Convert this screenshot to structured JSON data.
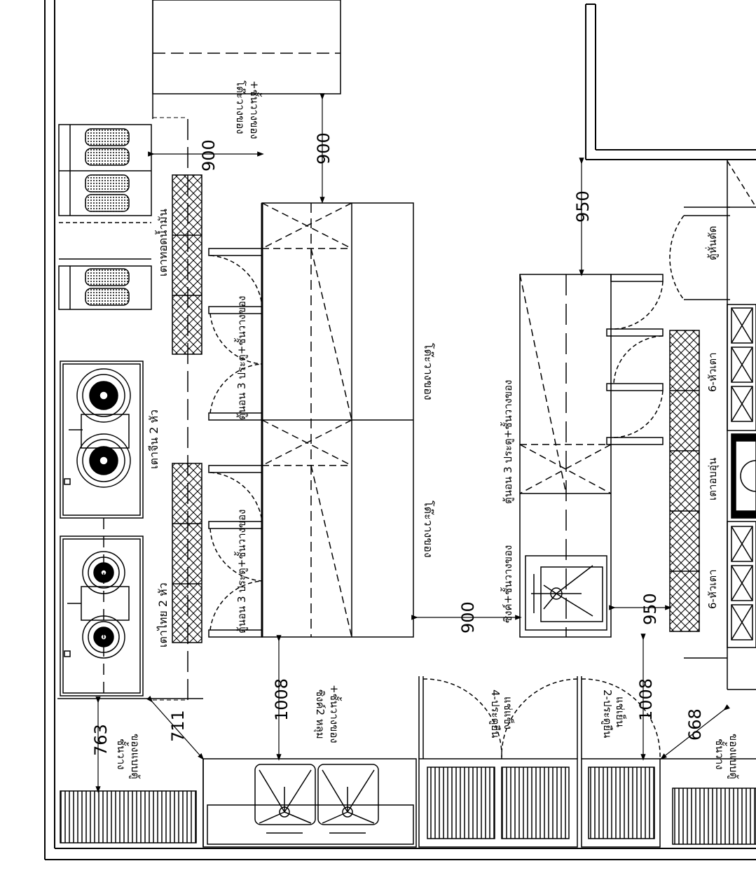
{
  "dimensions": {
    "d900_top": "900",
    "d900_left": "900",
    "d900_mid": "900",
    "d950_top": "950",
    "d950_mid": "950",
    "d1008_left": "1008",
    "d1008_right": "1008",
    "d763": "763",
    "d711": "711",
    "d668": "668"
  },
  "labels": {
    "fryer": "เตาทอดน้ำมัน",
    "wok_stove": "เตาจีน 2 หัว",
    "thai_stove": "เตาไทย 2 หัว",
    "cabinet_top": "ตู้นอน 3 ประตู+ชั้นวางของ",
    "cabinet_bottom": "ตู้นอน 3 ประตู+ชั้นวางของ",
    "table_top": "โต๊ะวางของ",
    "table_bottom": "โต๊ะวางของ",
    "table_shelf_top_1": "โต๊ะวางของ",
    "table_shelf_top_2": "+ชั้นวางของ",
    "island_cabinet": "ตู้นอน 3 ประตู+ชั้นวางของ",
    "island_sink": "ซิงค์+ชั้นวางของ",
    "double_sink_1": "ซิงค์2 หลุม",
    "double_sink_2": "+ชั้นวางของ",
    "fridge4_1": "4-ประตูยืน",
    "fridge4_2": "แช่แข็ง",
    "fridge2_1": "2-ประตูยืน",
    "fridge2_2": "แช่เย็น",
    "shelf_left_1": "ชั้นวาง",
    "shelf_left_2": "ของแบบตู้",
    "shelf_right_1": "ชั้นวาง",
    "shelf_right_2": "ของแบบตู้",
    "stove6_top": "6-หัวเตา",
    "stove6_bottom": "6-หัวเตา",
    "oven_stove": "เตาอบอุ่น",
    "cut_cabinet": "ตู้หั่นตัด"
  }
}
